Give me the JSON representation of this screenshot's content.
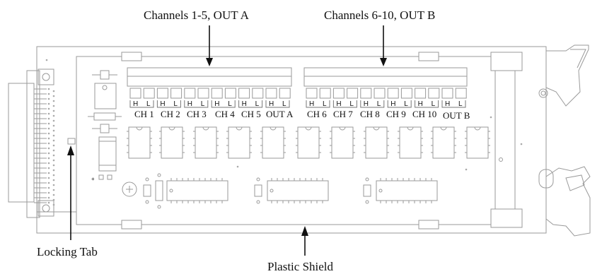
{
  "callouts": {
    "channels_a": "Channels 1-5, OUT A",
    "channels_b": "Channels 6-10, OUT B",
    "locking_tab": "Locking Tab",
    "plastic_shield": "Plastic Shield"
  },
  "terminal_pin_labels": {
    "high": "H",
    "low": "L"
  },
  "channel_labels_a": [
    "CH 1",
    "CH 2",
    "CH 3",
    "CH 4",
    "CH 5",
    "OUT A"
  ],
  "channel_labels_b": [
    "CH 6",
    "CH 7",
    "CH 8",
    "CH 9",
    "CH 10",
    "OUT B"
  ]
}
